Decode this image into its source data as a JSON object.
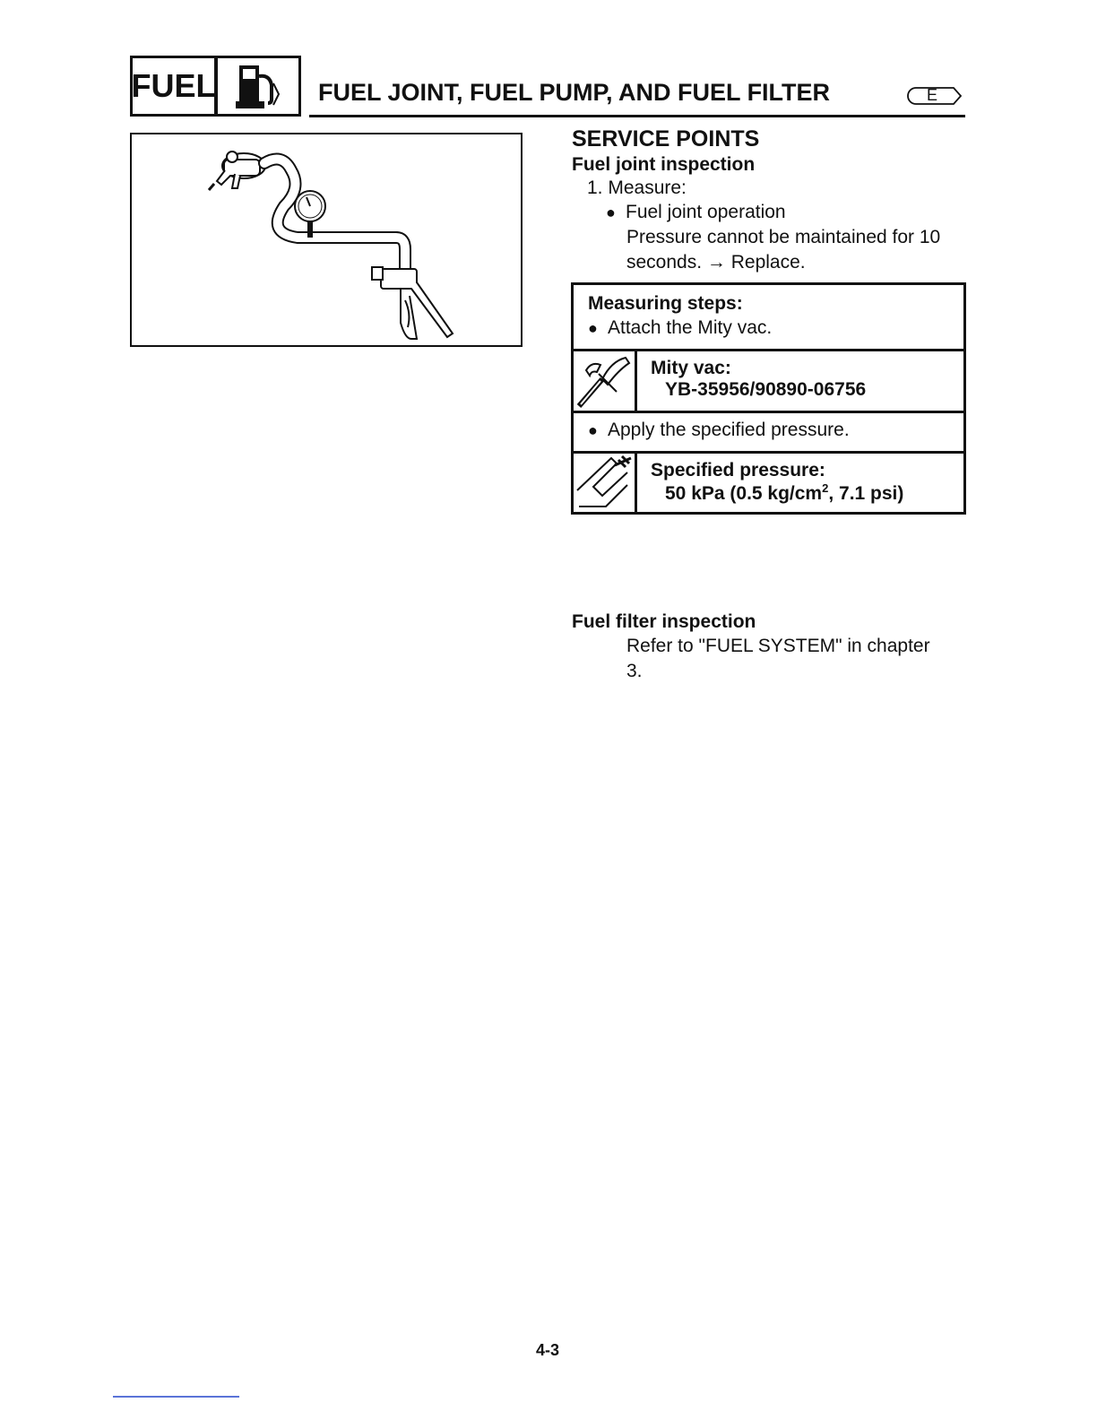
{
  "header": {
    "section_label": "FUEL",
    "icon": "fuel-pump-icon",
    "title": "FUEL JOINT, FUEL PUMP, AND FUEL FILTER",
    "language_badge": "E"
  },
  "illustration": {
    "icon": "fuel-joint-mity-vac-illustration"
  },
  "service_points": {
    "heading": "SERVICE POINTS",
    "fuel_joint": {
      "title": "Fuel joint inspection",
      "step": "1. Measure:",
      "bullet": "Fuel joint operation",
      "desc_line1": "Pressure cannot be maintained for 10",
      "desc_line2": "seconds. → Replace."
    },
    "measuring": {
      "title": "Measuring steps:",
      "step1": "Attach the Mity vac.",
      "tool_icon": "special-tool-icon",
      "tool_label": "Mity vac:",
      "tool_part": "YB-35956/90890-06756",
      "step2": "Apply the specified pressure.",
      "spec_icon": "caliper-icon",
      "spec_label": "Specified pressure:",
      "spec_value_a": "50 kPa (0.5 kg/cm",
      "spec_value_sup": "2",
      "spec_value_b": ", 7.1 psi)"
    },
    "fuel_filter": {
      "title": "Fuel filter inspection",
      "desc_line1": "Refer to \"FUEL SYSTEM\" in chapter",
      "desc_line2": "3."
    }
  },
  "footer": {
    "page_number": "4-3"
  },
  "colors": {
    "ink": "#111111",
    "link_underline": "#5b74d8"
  }
}
